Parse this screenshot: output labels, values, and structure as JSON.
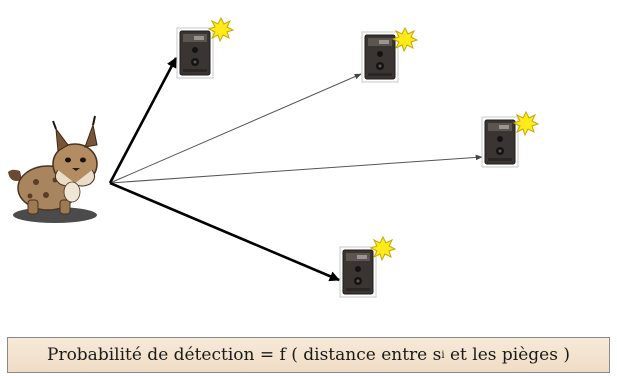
{
  "caption": {
    "prefix": "Probabilité de détection = f ( distance entre s",
    "subscript": "i",
    "suffix": " et les pièges )"
  },
  "arrows": [
    {
      "target": "trap-top",
      "style": "bold"
    },
    {
      "target": "trap-upper-right",
      "style": "thin"
    },
    {
      "target": "trap-right",
      "style": "thin"
    },
    {
      "target": "trap-lower",
      "style": "bold"
    }
  ],
  "colors": {
    "trap_body": "#3a3532",
    "flash": "#ffeb1a",
    "caption_bg": "#f2e1cc",
    "arrow": "#000000"
  },
  "icons": {
    "animal": "lynx-icon",
    "trap": "camera-trap-icon",
    "flash": "flash-burst-icon"
  }
}
